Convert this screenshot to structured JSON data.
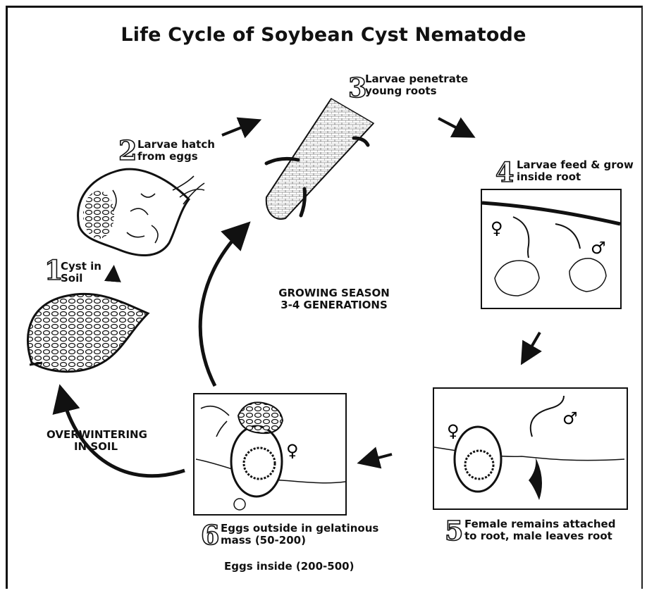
{
  "title": "Life Cycle of Soybean Cyst Nematode",
  "steps": [
    {
      "number": "1",
      "line1": "Cyst in",
      "line2": "Soil"
    },
    {
      "number": "2",
      "line1": "Larvae hatch",
      "line2": "from eggs"
    },
    {
      "number": "3",
      "line1": "Larvae penetrate",
      "line2": "young roots"
    },
    {
      "number": "4",
      "line1": "Larvae feed & grow",
      "line2": "inside root"
    },
    {
      "number": "5",
      "line1": "Female remains attached",
      "line2": "to root, male leaves root"
    },
    {
      "number": "6",
      "line1": "Eggs outside in gelatinous",
      "line2": "mass (50-200)"
    }
  ],
  "eggs_inside": "Eggs inside (200-500)",
  "center": {
    "line1": "GROWING SEASON",
    "line2": "3-4 GENERATIONS"
  },
  "overwintering": {
    "line1": "OVERWINTERING",
    "line2": "IN SOIL"
  },
  "symbols": {
    "female": "♀",
    "male": "♂"
  }
}
